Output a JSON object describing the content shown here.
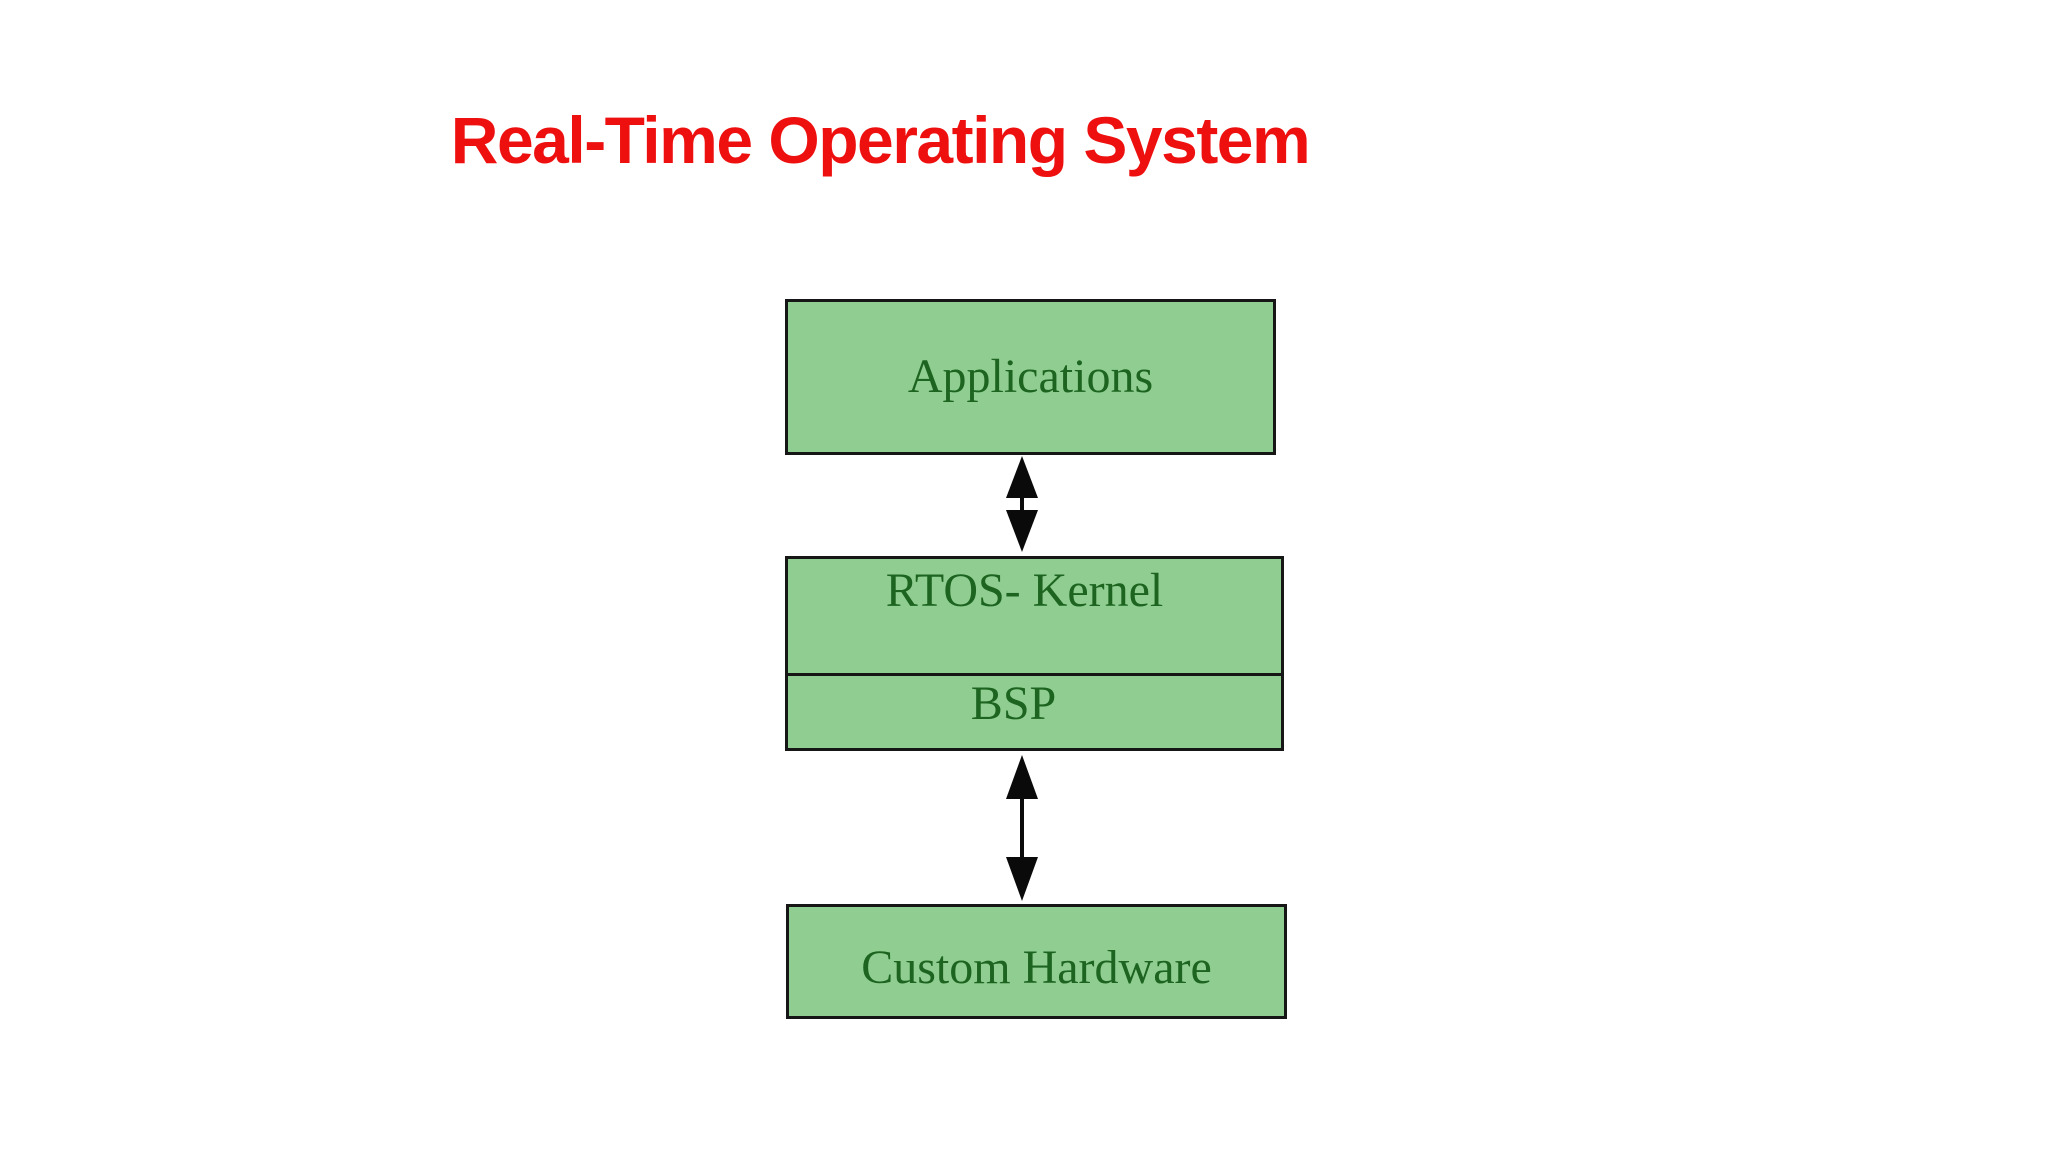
{
  "title": {
    "text": "Real-Time Operating System"
  },
  "colors": {
    "title_red": "#ee0f0f",
    "box_fill_green": "#8fce90",
    "box_border": "#161616",
    "box_text_green": "#1d6420",
    "arrow_black": "#0a0a0a",
    "background": "#ffffff"
  },
  "diagram": {
    "boxes": [
      {
        "id": "applications",
        "label": "Applications"
      },
      {
        "id": "rtos_kernel",
        "label": "RTOS- Kernel"
      },
      {
        "id": "bsp",
        "label": "BSP"
      },
      {
        "id": "custom_hardware",
        "label": "Custom Hardware"
      }
    ],
    "connectors": [
      {
        "from": "applications",
        "to": "rtos_kernel",
        "style": "double-headed-vertical-arrow"
      },
      {
        "from": "bsp",
        "to": "custom_hardware",
        "style": "double-headed-vertical-arrow"
      }
    ]
  }
}
